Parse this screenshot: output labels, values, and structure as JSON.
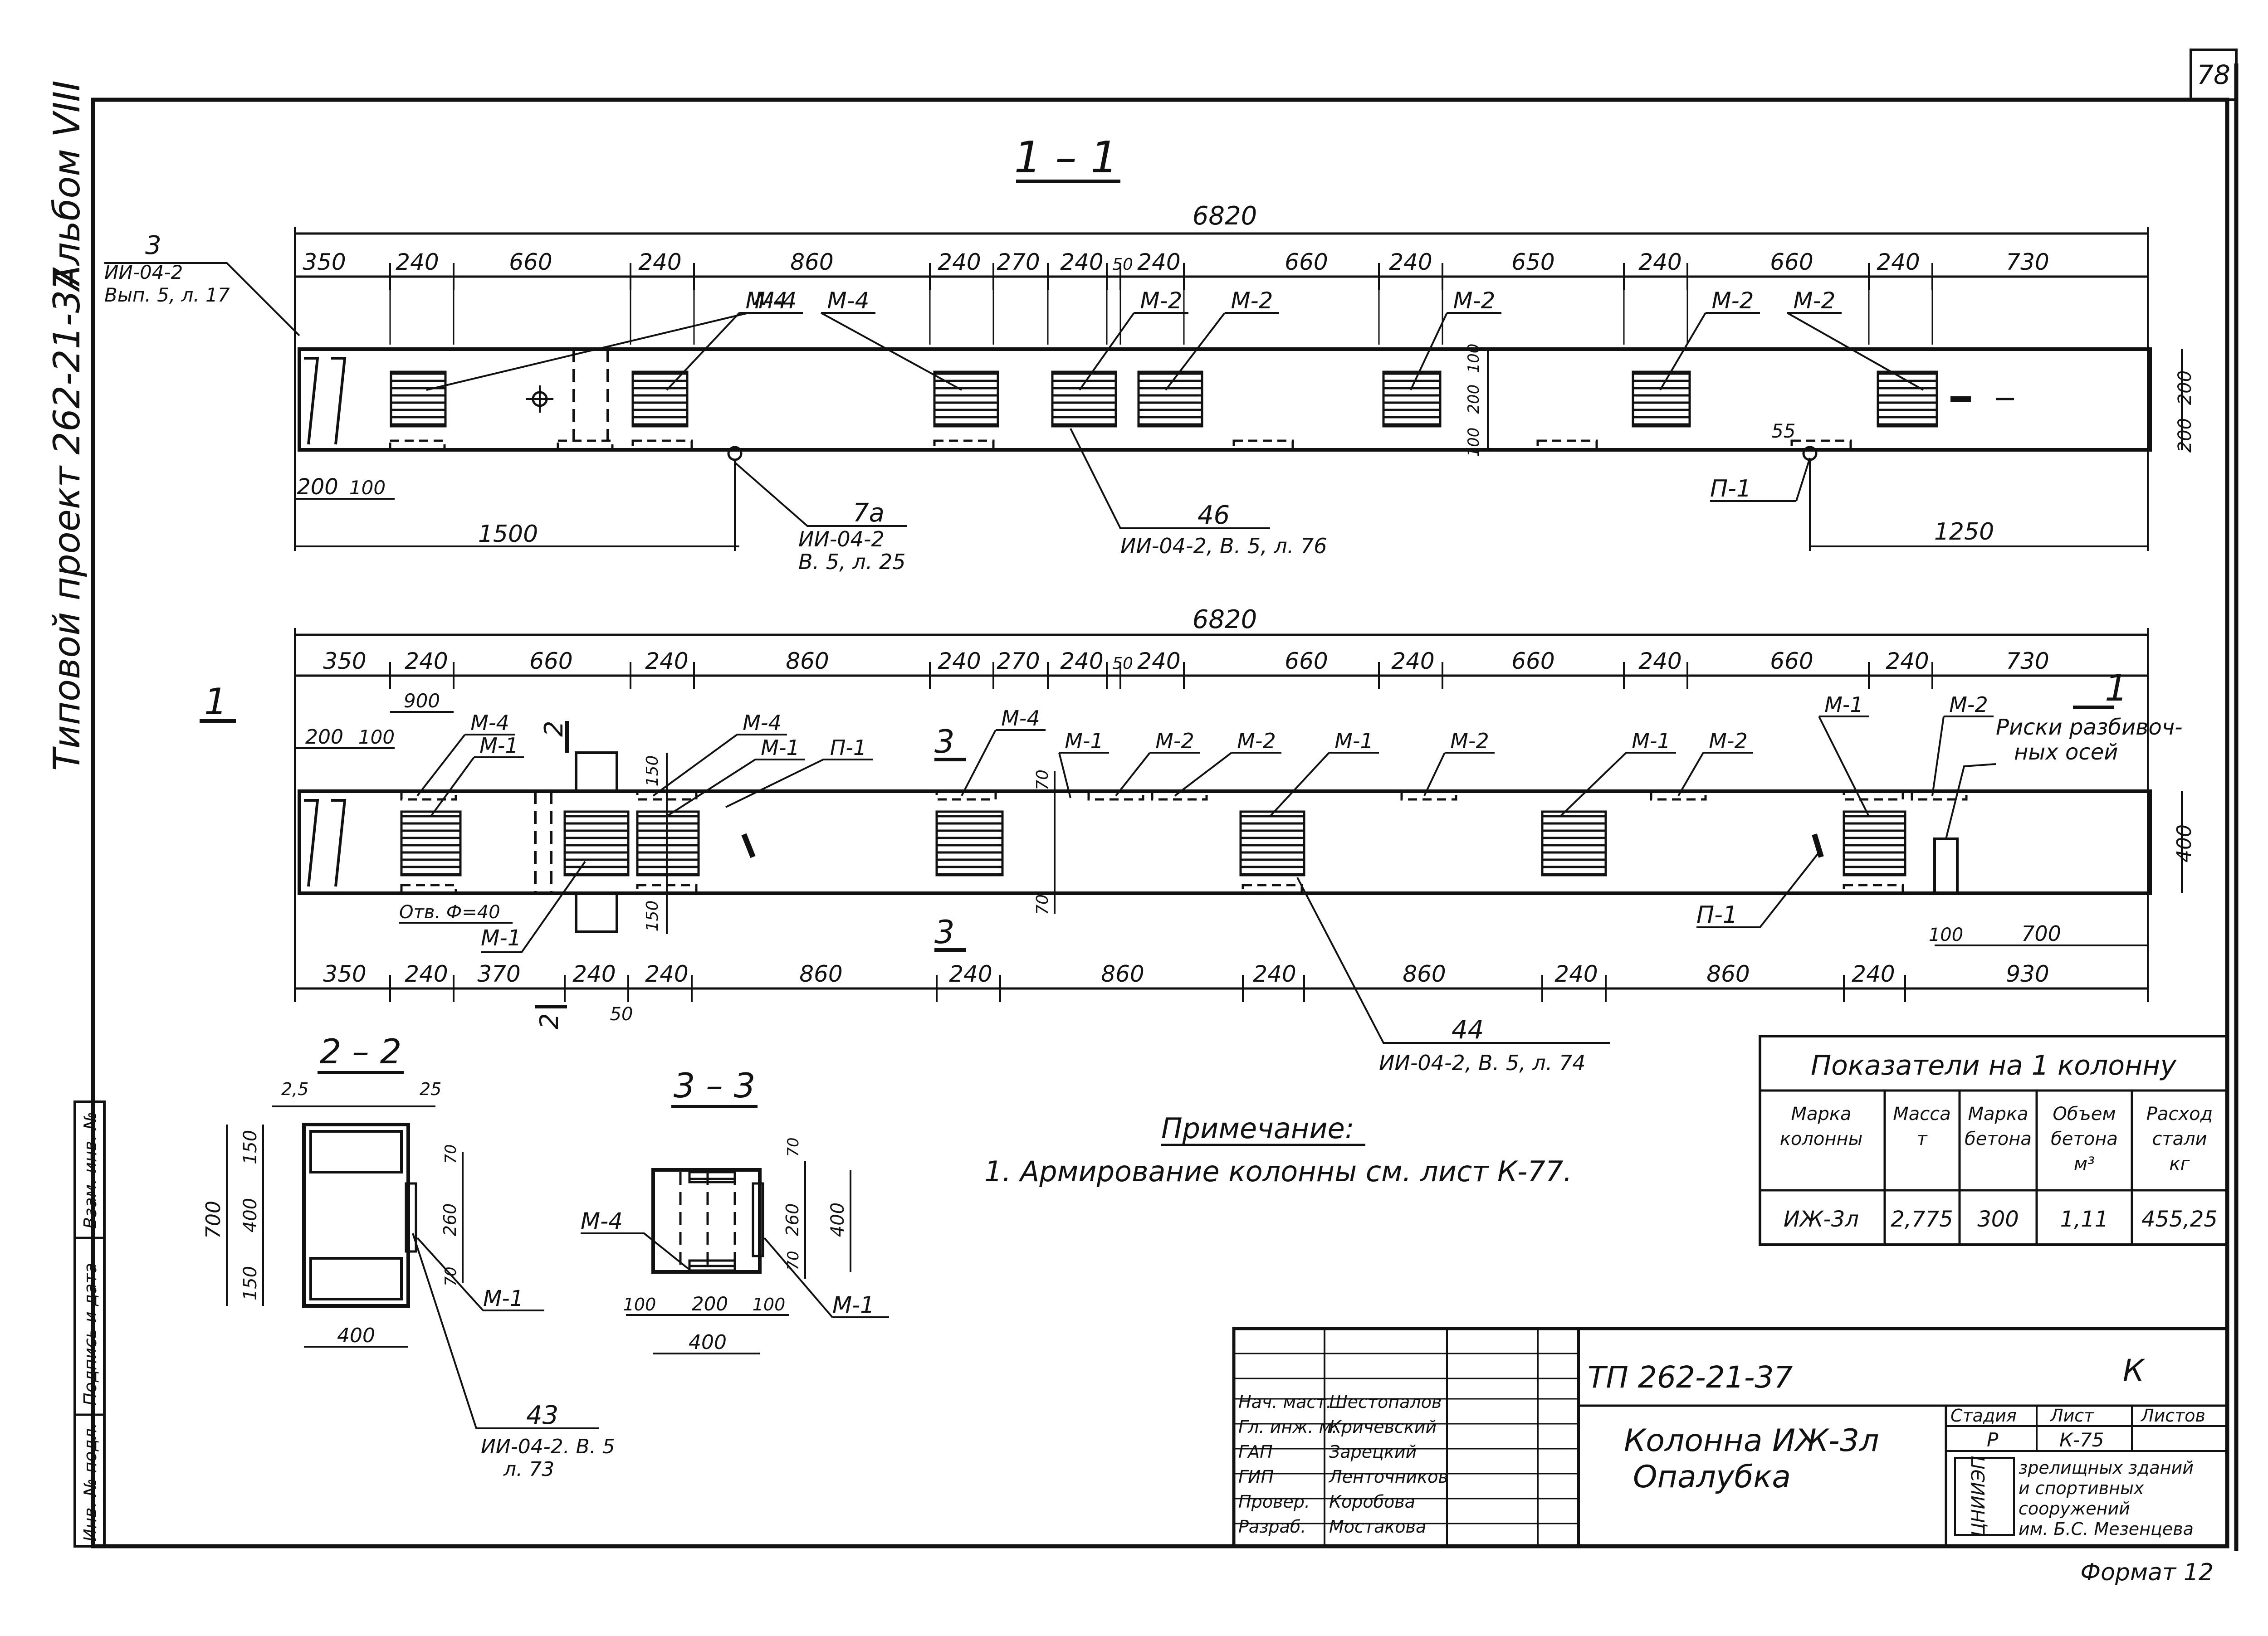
{
  "sheet_number": "78",
  "side_labels": {
    "album": "Альбом VIII",
    "project": "Типовой проект 262-21-37"
  },
  "sections": {
    "s11": "1 – 1",
    "s22": "2 – 2",
    "s33": "3 – 3",
    "cut1": "1",
    "cut2": "2",
    "cut3": "3"
  },
  "top_view": {
    "overall": "6820",
    "dims": [
      "350",
      "240",
      "660",
      "240",
      "860",
      "240",
      "270",
      "240",
      "50",
      "240",
      "660",
      "240",
      "650",
      "240",
      "660",
      "240",
      "730"
    ],
    "left_callout": [
      "3",
      "ИИ-04-2",
      "Вып. 5, л. 17"
    ],
    "labels": [
      "М-4",
      "М-4",
      "М-4",
      "М-2",
      "М-2",
      "М-2",
      "М-2",
      "М-2"
    ],
    "right_dims": [
      "200",
      "200"
    ],
    "inner_dims": [
      "100",
      "200",
      "100"
    ],
    "bottom_left": [
      "200",
      "100",
      "1500"
    ],
    "callout_7a": [
      "7а",
      "ИИ-04-2",
      "В. 5, л. 25"
    ],
    "callout_46": [
      "46",
      "ИИ-04-2, В. 5, л. 76"
    ],
    "p1": "П-1",
    "d55": "55",
    "d1250": "1250"
  },
  "plan_view": {
    "overall": "6820",
    "dims": [
      "350",
      "240",
      "660",
      "240",
      "860",
      "240",
      "270",
      "240",
      "50",
      "240",
      "660",
      "240",
      "660",
      "240",
      "660",
      "240",
      "730"
    ],
    "d900": "900",
    "d200": "200",
    "d100": "100",
    "labels_upper": [
      "М-4",
      "М-1",
      "М-4",
      "М-1",
      "П-1",
      "М-4",
      "М-1",
      "М-2",
      "М-2",
      "М-1",
      "М-2",
      "М-1",
      "М-2",
      "М-1",
      "М-2"
    ],
    "hole": "Отв. Ф=40",
    "m1_low": "М-1",
    "p1_low": "П-1",
    "d150a": "150",
    "d150b": "150",
    "d70a": "70",
    "d70b": "70",
    "d400": "400",
    "risks": [
      "Риски разбивоч-",
      "ных осей"
    ],
    "d100r": "100",
    "d700": "700",
    "bottom_dims": [
      "350",
      "240",
      "370",
      "240",
      "240",
      "860",
      "240",
      "860",
      "240",
      "860",
      "240",
      "860",
      "240",
      "930"
    ],
    "d50": "50",
    "callout_44": [
      "44",
      "ИИ-04-2, В. 5, л. 74"
    ]
  },
  "sec22": {
    "d25a": "2,5",
    "d25b": "25",
    "d700": "700",
    "d150a": "150",
    "d400": "400",
    "d150b": "150",
    "d70a": "70",
    "d260": "260",
    "d70b": "70",
    "m1": "М-1",
    "d400w": "400",
    "callout_43": [
      "43",
      "ИИ-04-2. В. 5",
      "л. 73"
    ]
  },
  "sec33": {
    "m4": "М-4",
    "d70a": "70",
    "d260": "260",
    "d70b": "70",
    "d400": "400",
    "m1": "М-1",
    "dims_w": [
      "100",
      "200",
      "100"
    ],
    "d400w": "400"
  },
  "note": {
    "title": "Примечание:",
    "text": "1. Армирование колонны см. лист К-77."
  },
  "indicators": {
    "title": "Показатели на 1 колонну",
    "headers": [
      [
        "Марка",
        "колонны"
      ],
      [
        "Масса",
        "т"
      ],
      [
        "Марка",
        "бетона"
      ],
      [
        "Объем",
        "бетона",
        "м³"
      ],
      [
        "Расход",
        "стали",
        "кг"
      ]
    ],
    "row": [
      "ИЖ-3л",
      "2,775",
      "300",
      "1,11",
      "455,25"
    ]
  },
  "stamp": {
    "code": "ТП   262-21-37",
    "k": "К",
    "roles": [
      "Нач. маст.",
      "Гл. инж. м.",
      "ГАП",
      "ГИП",
      "Провер.",
      "Разраб."
    ],
    "names": [
      "Шестопалов",
      "Кричевский",
      "Зарецкий",
      "Ленточников",
      "Коробова",
      "Мостакова"
    ],
    "title": [
      "Колонна ИЖ-3л",
      "Опалубка"
    ],
    "stage_headers": [
      "Стадия",
      "Лист",
      "Листов"
    ],
    "stage": "Р",
    "sheet": "К-75",
    "org_logo": "ЦНИИЭП",
    "org": [
      "зрелищных зданий",
      "и спортивных",
      "сооружений",
      "им. Б.С. Мезенцева"
    ],
    "format": "Формат 12"
  },
  "left_strip": [
    "Инв. № подл.",
    "Подпись и дата",
    "Взам. инв. №"
  ]
}
